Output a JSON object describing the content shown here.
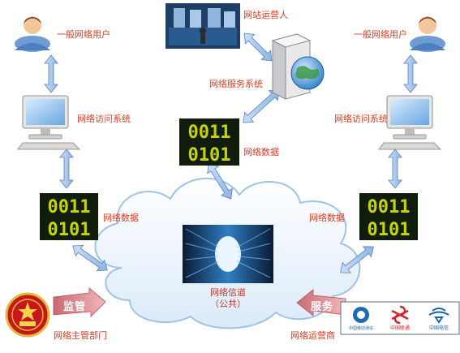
{
  "labels": {
    "user_left": "一般网络用户",
    "user_right": "一般网络用户",
    "site_operator": "网站运营人",
    "web_service": "网络服务系统",
    "access_left": "网络访问系统",
    "access_right": "网络访问系统",
    "data_top": "网络数据",
    "data_left": "网络数据",
    "data_right": "网络数据",
    "channel": "网络信道",
    "channel_sub": "（公共）",
    "authority": "网络主管部门",
    "carrier": "网络运营商",
    "supervise": "监管",
    "serve": "服务"
  },
  "data_tile": {
    "line1": "0011",
    "line2": "0101"
  },
  "carriers": [
    "中国移动通信",
    "中国联通",
    "中国电信"
  ],
  "colors": {
    "label_red": "#e03a1e",
    "arrow_blue": "#aeccf0",
    "arrow_stroke": "#5a82b8",
    "data_green": "#c8d400",
    "cloud_fill": "#eef6ff",
    "cloud_stroke": "#9ec3ea",
    "tag_fill": "#d98a90"
  },
  "icons": [
    "user-icon",
    "computer-icon",
    "server-icon",
    "globe-icon",
    "binary-data-icon",
    "photo-icon",
    "national-emblem-icon"
  ]
}
